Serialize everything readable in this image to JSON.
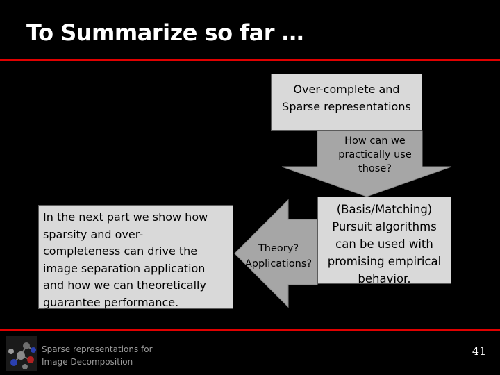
{
  "title": "To Summarize so far …",
  "top_box": {
    "lines": [
      "Over-complete and",
      "Sparse representations"
    ]
  },
  "down_arrow": {
    "lines": [
      "How can we",
      "practically use",
      "those?"
    ]
  },
  "right_box": {
    "lines": [
      "(Basis/Matching)",
      "Pursuit algorithms",
      "can be used with",
      "promising empirical",
      "behavior."
    ]
  },
  "left_arrow": {
    "lines": [
      "Theory?",
      "Applications?"
    ]
  },
  "left_box": {
    "lines": [
      "In the next part we show how",
      "sparsity and over-",
      "completeness can drive the",
      "image separation application",
      "and how we can theoretically",
      "guarantee performance."
    ]
  },
  "footer": {
    "lines": [
      "Sparse representations for",
      "Image Decomposition"
    ],
    "page_number": "41"
  },
  "colors": {
    "background": "#000000",
    "accent_red": "#e00000",
    "box_fill": "#d9d9d9",
    "arrow_fill": "#a6a6a6"
  }
}
